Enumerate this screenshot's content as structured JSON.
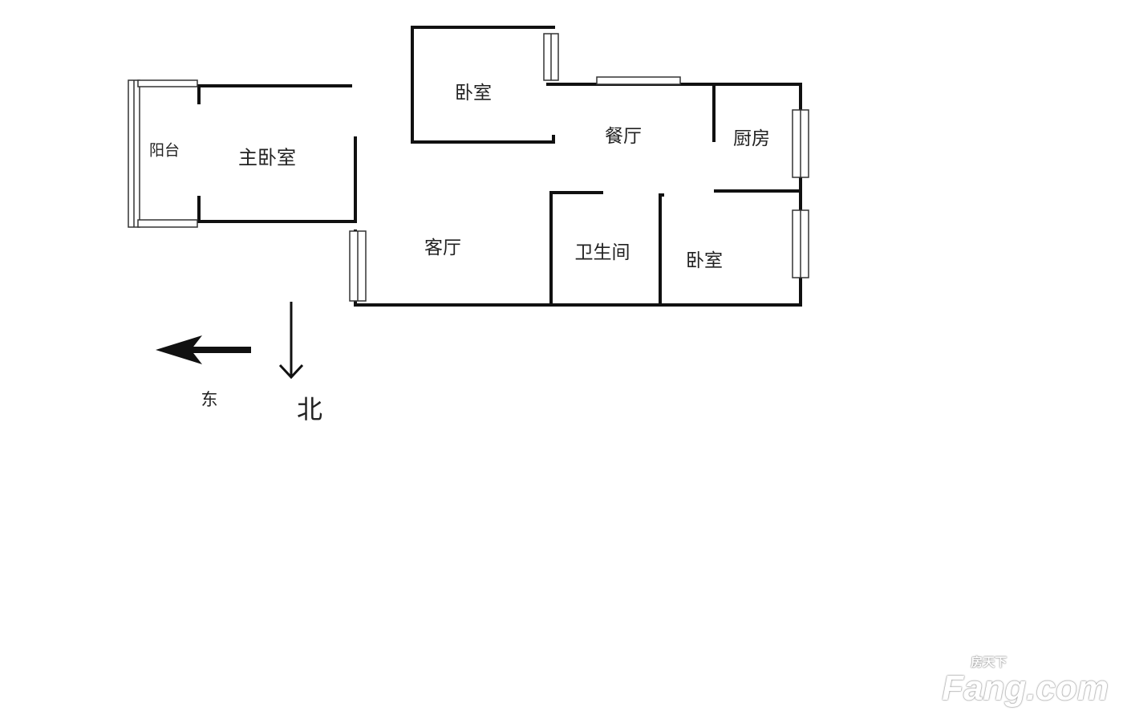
{
  "rooms": {
    "bedroom_north": "卧室",
    "dining": "餐厅",
    "kitchen": "厨房",
    "master_bedroom": "主卧室",
    "balcony": "阳台",
    "living_room": "客厅",
    "bathroom": "卫生间",
    "bedroom_south": "卧室"
  },
  "compass": {
    "east": "东",
    "north": "北"
  },
  "watermark": {
    "cn": "房天下",
    "en": "Fang.com"
  },
  "colors": {
    "wall": "#111111",
    "background": "#ffffff"
  }
}
